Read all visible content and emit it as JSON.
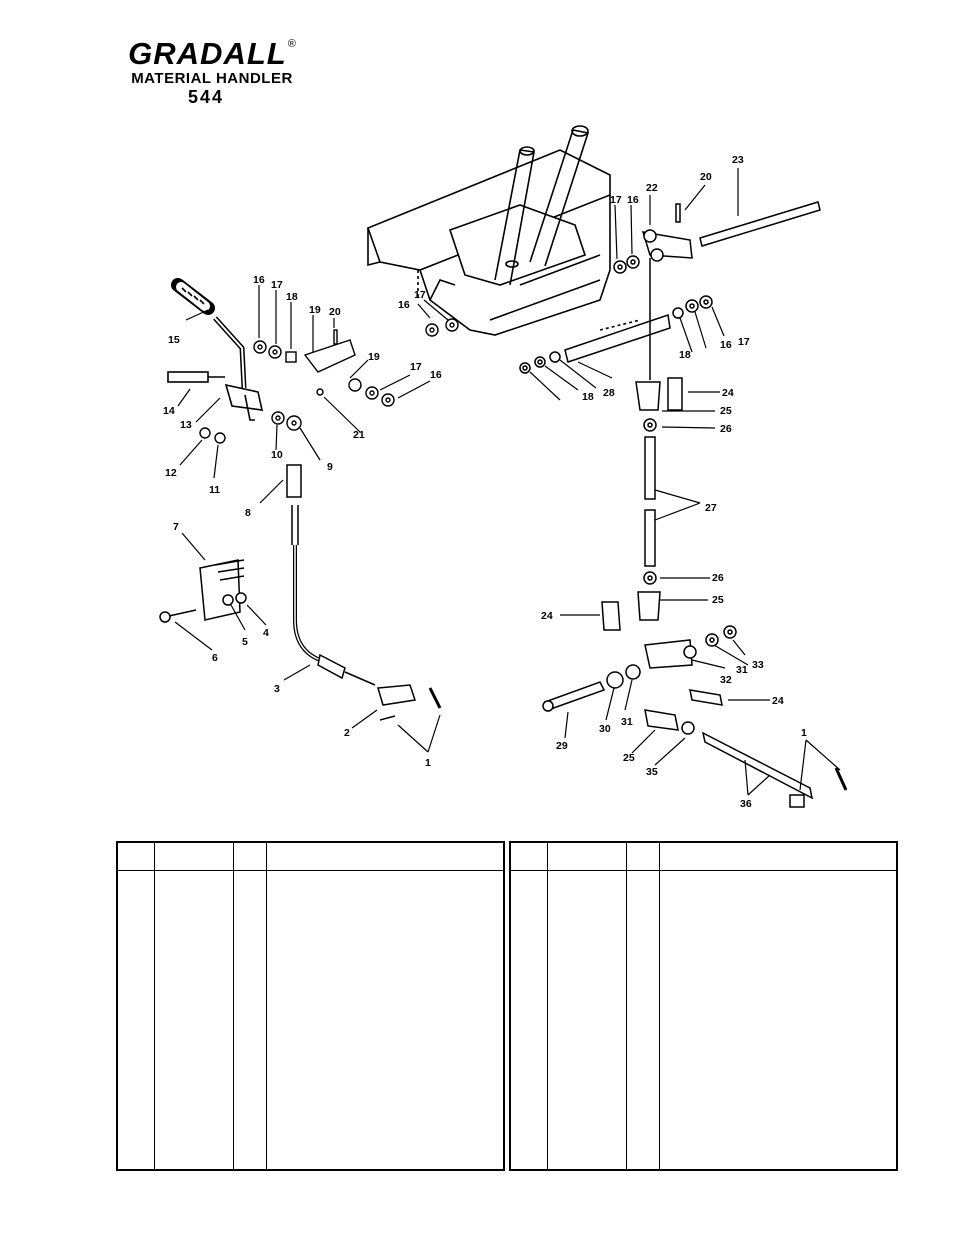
{
  "header": {
    "brand": "GRADALL",
    "registered_mark": "®",
    "subtitle": "MATERIAL HANDLER",
    "model": "544"
  },
  "diagram": {
    "callouts": [
      "1",
      "1",
      "2",
      "3",
      "4",
      "5",
      "6",
      "7",
      "8",
      "9",
      "10",
      "11",
      "12",
      "13",
      "14",
      "15",
      "16",
      "16",
      "16",
      "16",
      "16",
      "17",
      "17",
      "17",
      "17",
      "17",
      "18",
      "18",
      "18",
      "19",
      "19",
      "20",
      "20",
      "21",
      "22",
      "23",
      "24",
      "24",
      "24",
      "25",
      "25",
      "25",
      "26",
      "26",
      "27",
      "28",
      "29",
      "30",
      "31",
      "31",
      "32",
      "33",
      "35",
      "36"
    ]
  },
  "parts_table": {
    "left": {
      "headers": [
        "",
        "",
        "",
        ""
      ],
      "rows": []
    },
    "right": {
      "headers": [
        "",
        "",
        "",
        ""
      ],
      "rows": []
    }
  }
}
